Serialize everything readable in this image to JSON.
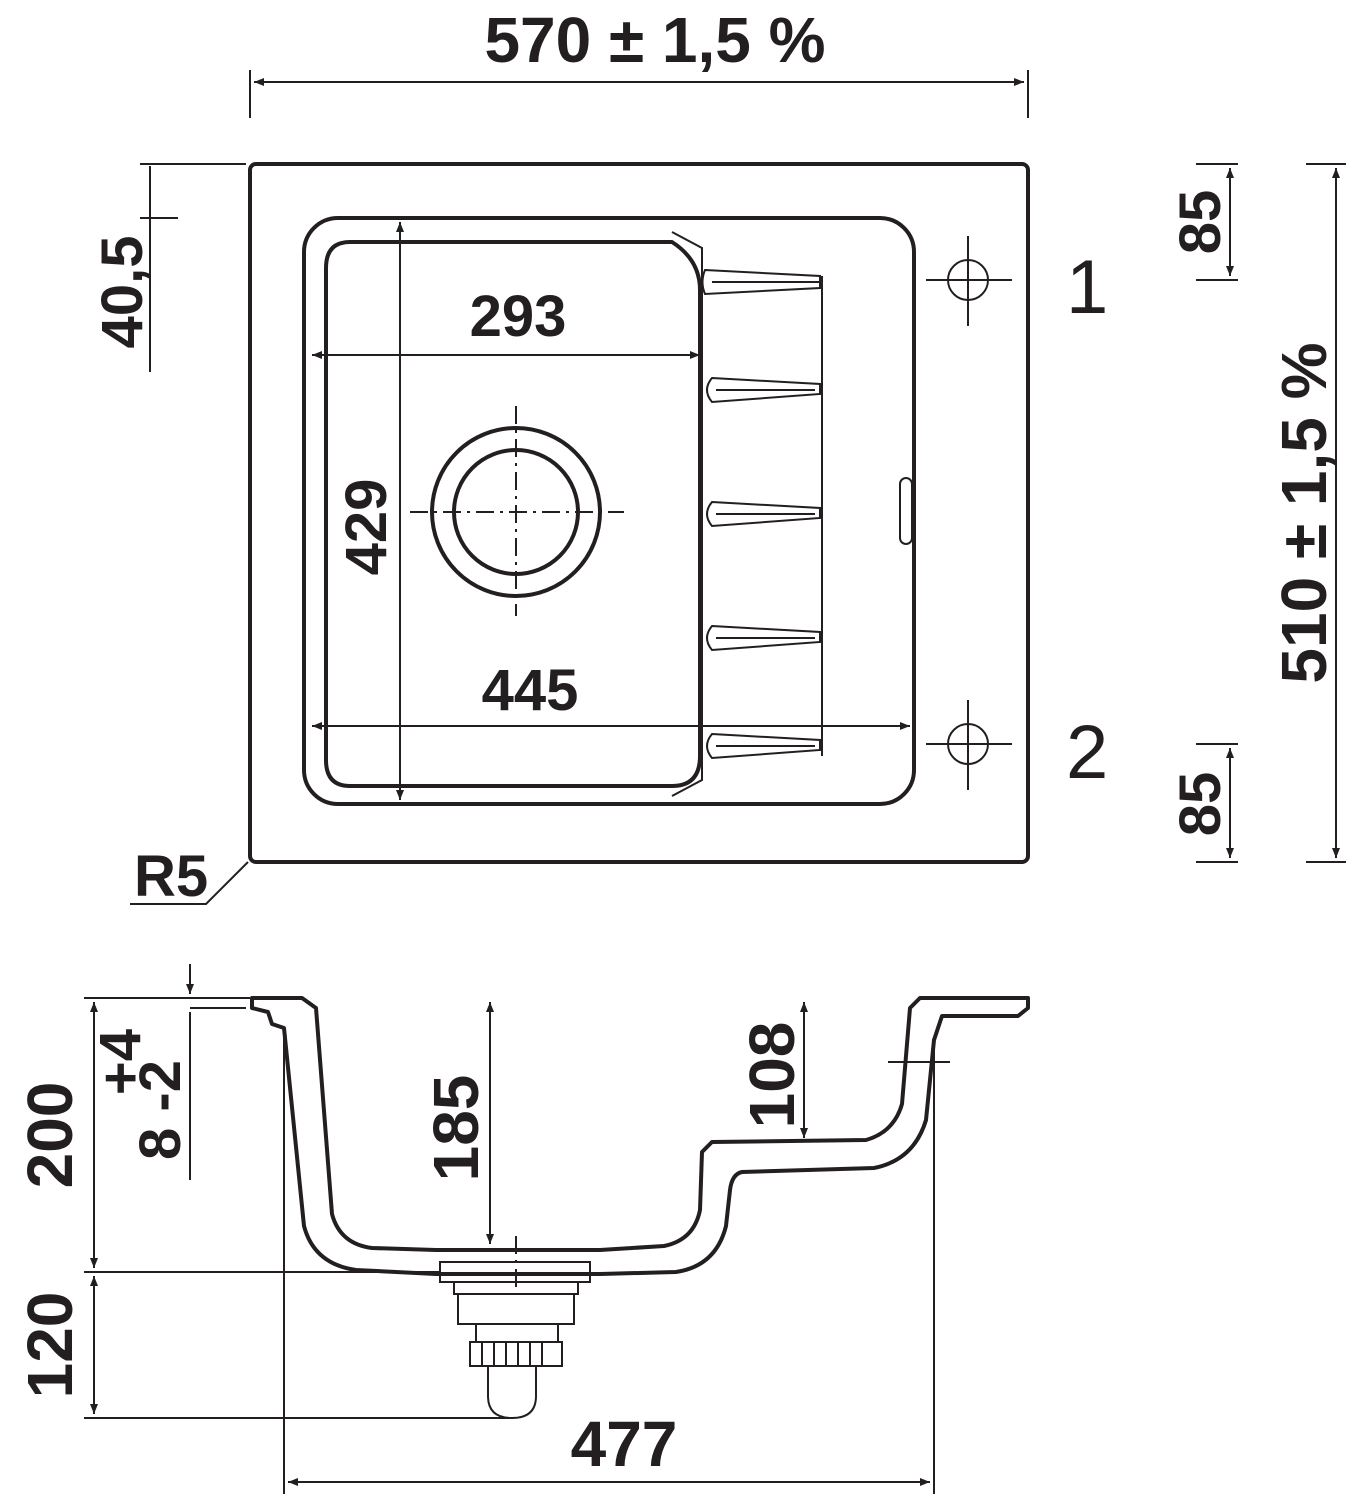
{
  "top_view": {
    "width": "570 ± 1,5 %",
    "depth": "510 ± 1,5 %",
    "bowl_width": "293",
    "bowl_length": "429",
    "inner_length": "445",
    "edge_offset": "40,5",
    "hole_offset_top": "85",
    "hole_offset_bottom": "85",
    "corner_radius": "R5",
    "hole_labels": [
      "1",
      "2"
    ]
  },
  "section_view": {
    "total_height": "200",
    "drain_height": "120",
    "bowl_depth": "185",
    "drainer_depth": "108",
    "rim_tolerance_plus": "+4",
    "rim_tolerance_minus": "8 -2",
    "cabinet_width": "477"
  }
}
